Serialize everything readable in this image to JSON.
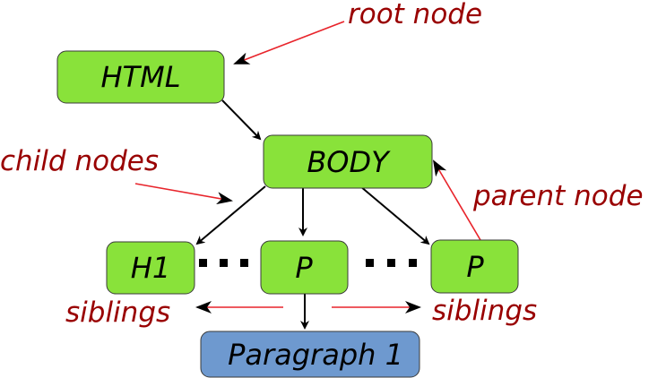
{
  "nodes": {
    "html": "HTML",
    "body": "BODY",
    "h1": "H1",
    "p_middle": "P",
    "p_right": "P",
    "paragraph": "Paragraph 1"
  },
  "labels": {
    "root_node": "root node",
    "child_nodes": "child nodes",
    "parent_node": "parent node",
    "siblings_left": "siblings",
    "siblings_right": "siblings"
  },
  "colors": {
    "element_fill": "#89e23a",
    "text_fill": "#6e99cf",
    "label": "#990000",
    "red_arrow": "#e8242b",
    "edge": "#000000"
  }
}
